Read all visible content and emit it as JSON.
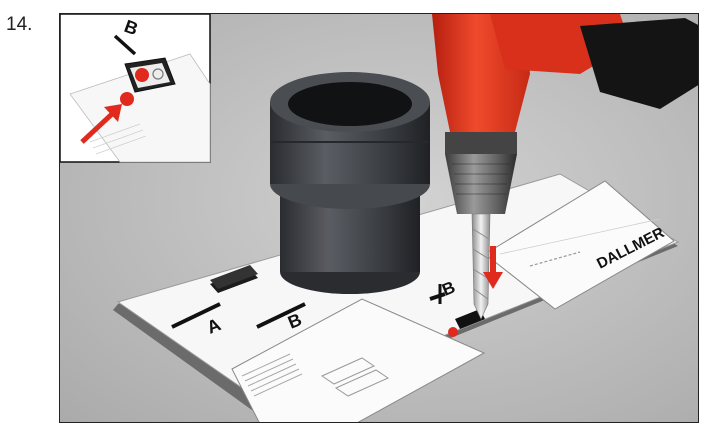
{
  "step": {
    "number": "14."
  },
  "board": {
    "label_a": "A",
    "label_b": "B",
    "drill_mark_label": "B",
    "brand": "DALLMER"
  },
  "inset": {
    "marker_label": "B"
  },
  "colors": {
    "drill_red": "#e8341c",
    "arrow_red": "#e02a1e",
    "floor_gray": "#c9c9c9",
    "pipe_dark": "#3a3c40",
    "board_white": "#f7f7f7"
  }
}
